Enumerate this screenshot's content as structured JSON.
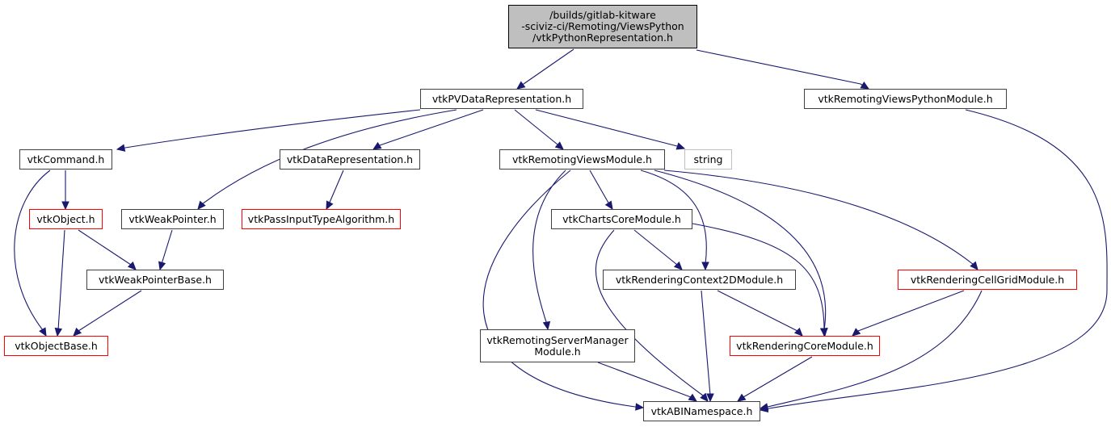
{
  "diagram": {
    "type": "include-dependency-graph",
    "colors": {
      "edge": "#191970",
      "root_fill": "#bfbfbf",
      "node_border": "#404040",
      "incomplete_border": "#ff0000",
      "external_border": "#bfbfbf"
    },
    "nodes": [
      {
        "id": "root",
        "label": "/builds/gitlab-kitware\n-sciviz-ci/Remoting/ViewsPython\n/vtkPythonRepresentation.h",
        "style": "root"
      },
      {
        "id": "pvdatarep",
        "label": "vtkPVDataRepresentation.h",
        "style": "normal"
      },
      {
        "id": "remotingviewspython",
        "label": "vtkRemotingViewsPythonModule.h",
        "style": "normal"
      },
      {
        "id": "command",
        "label": "vtkCommand.h",
        "style": "normal"
      },
      {
        "id": "datarep",
        "label": "vtkDataRepresentation.h",
        "style": "normal"
      },
      {
        "id": "remotingviews",
        "label": "vtkRemotingViewsModule.h",
        "style": "normal"
      },
      {
        "id": "string",
        "label": "string",
        "style": "external"
      },
      {
        "id": "object",
        "label": "vtkObject.h",
        "style": "incomplete"
      },
      {
        "id": "weakpointer",
        "label": "vtkWeakPointer.h",
        "style": "normal"
      },
      {
        "id": "passinput",
        "label": "vtkPassInputTypeAlgorithm.h",
        "style": "incomplete"
      },
      {
        "id": "chartscore",
        "label": "vtkChartsCoreModule.h",
        "style": "normal"
      },
      {
        "id": "weakpointerbase",
        "label": "vtkWeakPointerBase.h",
        "style": "normal"
      },
      {
        "id": "context2d",
        "label": "vtkRenderingContext2DModule.h",
        "style": "normal"
      },
      {
        "id": "cellgrid",
        "label": "vtkRenderingCellGridModule.h",
        "style": "incomplete"
      },
      {
        "id": "objectbase",
        "label": "vtkObjectBase.h",
        "style": "incomplete"
      },
      {
        "id": "servermanager",
        "label": "vtkRemotingServerManager\nModule.h",
        "style": "normal"
      },
      {
        "id": "renderingcore",
        "label": "vtkRenderingCoreModule.h",
        "style": "incomplete"
      },
      {
        "id": "abinamespace",
        "label": "vtkABINamespace.h",
        "style": "normal"
      }
    ],
    "edges": [
      {
        "from": "root",
        "to": "pvdatarep"
      },
      {
        "from": "root",
        "to": "remotingviewspython"
      },
      {
        "from": "pvdatarep",
        "to": "command"
      },
      {
        "from": "pvdatarep",
        "to": "weakpointer"
      },
      {
        "from": "pvdatarep",
        "to": "datarep"
      },
      {
        "from": "pvdatarep",
        "to": "remotingviews"
      },
      {
        "from": "pvdatarep",
        "to": "string"
      },
      {
        "from": "remotingviewspython",
        "to": "abinamespace"
      },
      {
        "from": "command",
        "to": "object"
      },
      {
        "from": "command",
        "to": "objectbase"
      },
      {
        "from": "object",
        "to": "objectbase"
      },
      {
        "from": "object",
        "to": "weakpointerbase"
      },
      {
        "from": "weakpointer",
        "to": "weakpointerbase"
      },
      {
        "from": "weakpointerbase",
        "to": "objectbase"
      },
      {
        "from": "datarep",
        "to": "passinput"
      },
      {
        "from": "remotingviews",
        "to": "chartscore"
      },
      {
        "from": "remotingviews",
        "to": "context2d"
      },
      {
        "from": "remotingviews",
        "to": "renderingcore"
      },
      {
        "from": "remotingviews",
        "to": "cellgrid"
      },
      {
        "from": "remotingviews",
        "to": "servermanager"
      },
      {
        "from": "remotingviews",
        "to": "abinamespace"
      },
      {
        "from": "chartscore",
        "to": "context2d"
      },
      {
        "from": "chartscore",
        "to": "renderingcore"
      },
      {
        "from": "chartscore",
        "to": "abinamespace"
      },
      {
        "from": "context2d",
        "to": "renderingcore"
      },
      {
        "from": "context2d",
        "to": "abinamespace"
      },
      {
        "from": "cellgrid",
        "to": "renderingcore"
      },
      {
        "from": "cellgrid",
        "to": "abinamespace"
      },
      {
        "from": "servermanager",
        "to": "abinamespace"
      },
      {
        "from": "renderingcore",
        "to": "abinamespace"
      }
    ]
  }
}
